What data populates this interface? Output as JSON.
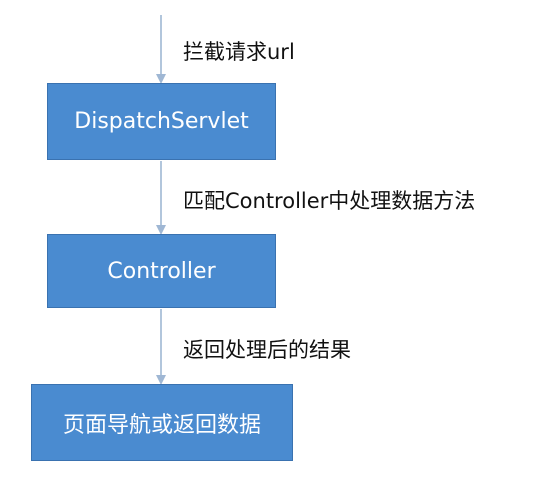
{
  "colors": {
    "box_fill": "#4a8bd0",
    "arrow": "#9fb7d4"
  },
  "steps": [
    {
      "box_label": "DispatchServlet"
    },
    {
      "box_label": "Controller"
    },
    {
      "box_label": "页面导航或返回数据"
    }
  ],
  "arrows": [
    {
      "label": "拦截请求url"
    },
    {
      "label": "匹配Controller中处理数据方法"
    },
    {
      "label": "返回处理后的结果"
    }
  ]
}
